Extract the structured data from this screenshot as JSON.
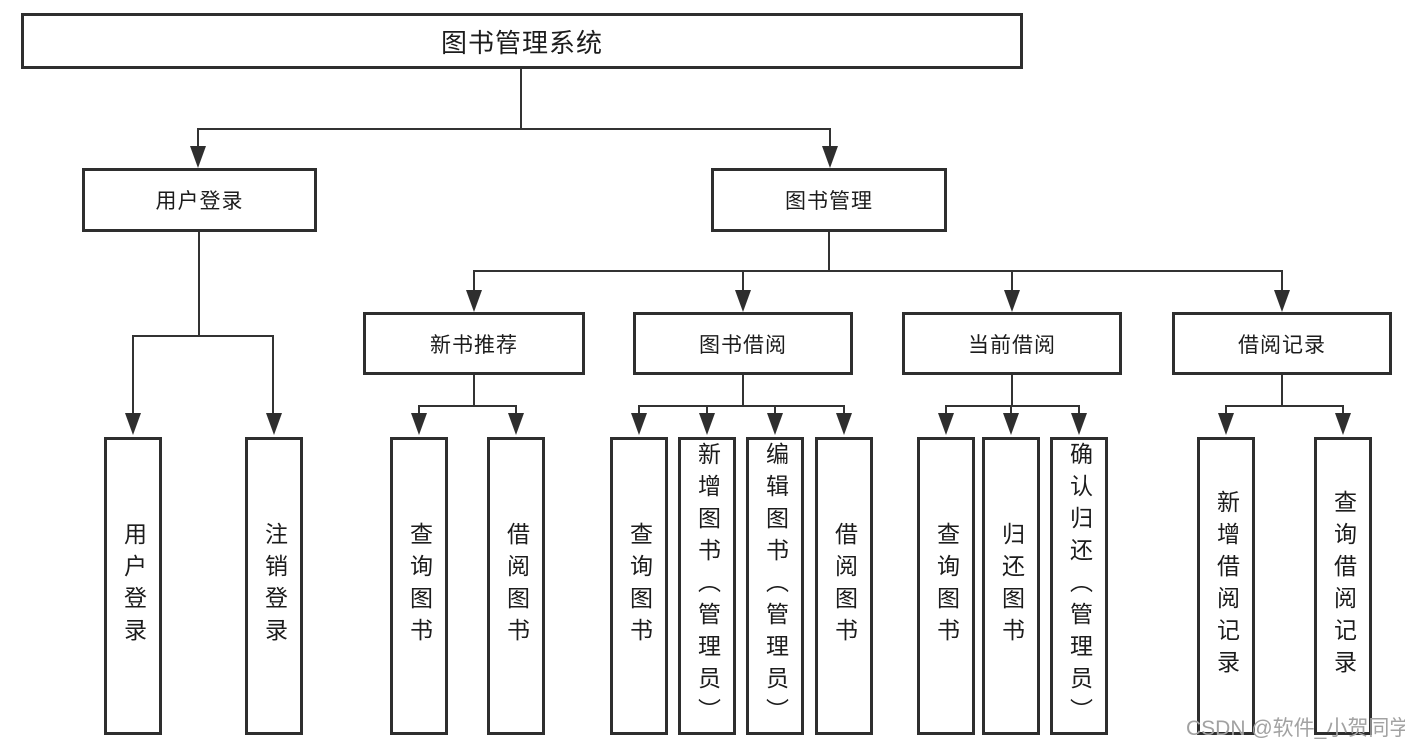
{
  "tree": {
    "root": {
      "label": "图书管理系统"
    },
    "branches": [
      {
        "label": "用户登录",
        "children": [
          {
            "label": "用户登录"
          },
          {
            "label": "注销登录"
          }
        ]
      },
      {
        "label": "图书管理",
        "children": [
          {
            "label": "新书推荐",
            "children": [
              {
                "label": "查询图书"
              },
              {
                "label": "借阅图书"
              }
            ]
          },
          {
            "label": "图书借阅",
            "children": [
              {
                "label": "查询图书"
              },
              {
                "label": "新增图书（管理员）"
              },
              {
                "label": "编辑图书（管理员）"
              },
              {
                "label": "借阅图书"
              }
            ]
          },
          {
            "label": "当前借阅",
            "children": [
              {
                "label": "查询图书"
              },
              {
                "label": "归还图书"
              },
              {
                "label": "确认归还（管理员）"
              }
            ]
          },
          {
            "label": "借阅记录",
            "children": [
              {
                "label": "新增借阅记录"
              },
              {
                "label": "查询借阅记录"
              }
            ]
          }
        ]
      }
    ]
  },
  "watermark": {
    "text": "CSDN @软件_小贺同学"
  },
  "colors": {
    "line": "#333333",
    "border": "#2e2e2e",
    "text": "#1c1c1c",
    "background": "#ffffff",
    "watermark": "#a2a2a2"
  }
}
